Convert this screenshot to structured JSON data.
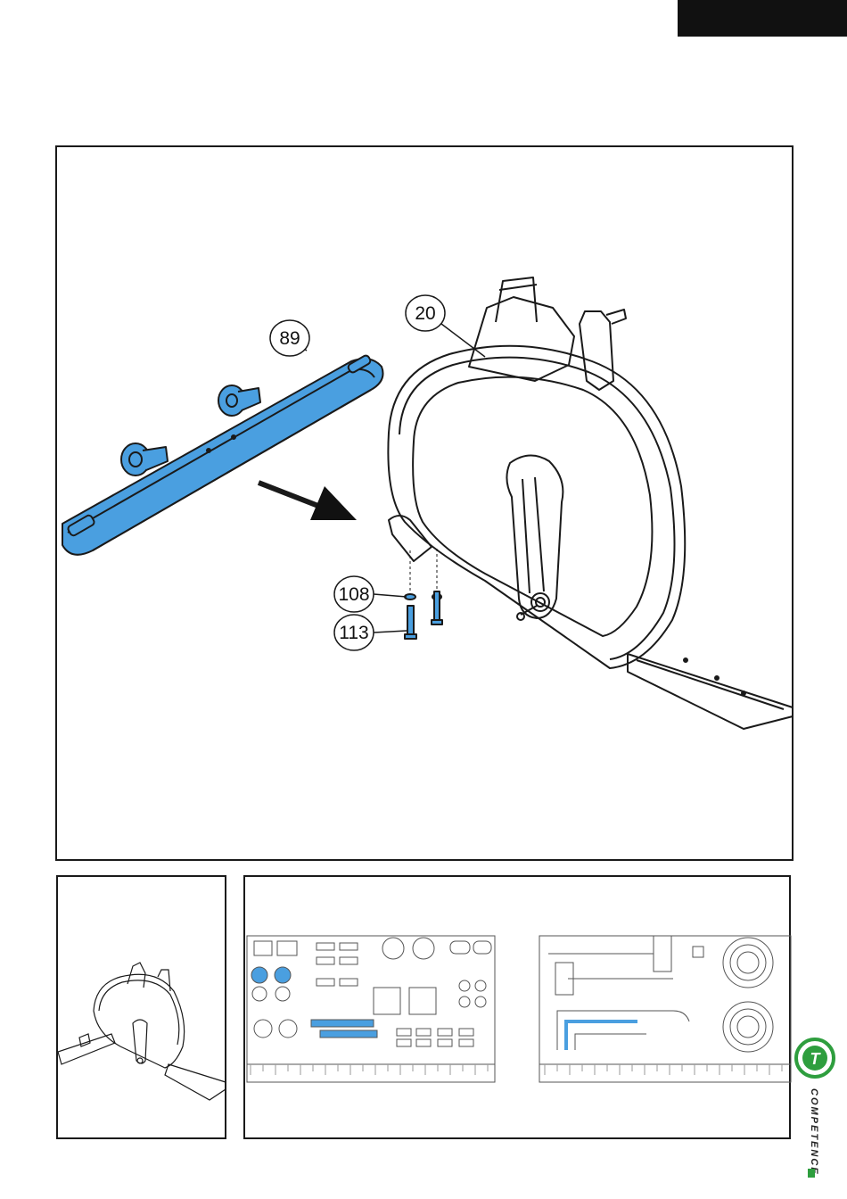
{
  "callouts": {
    "part_89": "89",
    "part_20": "20",
    "part_108": "108",
    "part_113": "113"
  },
  "brand": {
    "logo_letter": "T",
    "name": "COMPETENCE"
  },
  "colors": {
    "highlight": "#4a9fe0",
    "line": "#1a1a1a",
    "brand_green": "#2e9e3e",
    "tab": "#111111"
  }
}
